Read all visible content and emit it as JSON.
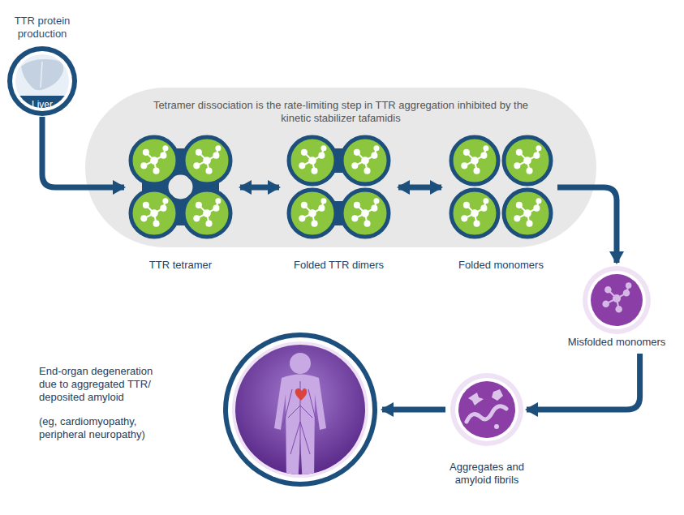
{
  "diagram": {
    "nodes": [
      {
        "text": [
          "TTR protein production",
          "Liver"
        ]
      },
      {
        "text": [
          "Tetramer dissociation is the rate-limiting step in TTR aggregation inhibited by the kinetic stabilizer tafamidis"
        ]
      },
      {
        "text": [
          "TTR tetramer"
        ],
        "in": 1
      },
      {
        "text": [
          "Folded TTR dimers"
        ],
        "in": 1
      },
      {
        "text": [
          "Folded monomers"
        ],
        "in": 1
      },
      {
        "text": [
          "Misfolded monomers"
        ]
      },
      {
        "text": [
          "Aggregates and amyloid fibrils"
        ]
      },
      {
        "text": [
          "End-organ degeneration due to aggregated TTR/ deposited amyloid",
          "(eg, cardiomyopathy, peripheral neuropathy)"
        ]
      }
    ],
    "edges": [
      {
        "from": 0,
        "to": 2,
        "arrow": "to"
      },
      {
        "from": 2,
        "to": 3,
        "arrow": "both"
      },
      {
        "from": 3,
        "to": 4,
        "arrow": "both"
      },
      {
        "from": 4,
        "to": 5,
        "arrow": "to"
      },
      {
        "from": 5,
        "to": 6,
        "arrow": "to"
      },
      {
        "from": 6,
        "to": 7,
        "arrow": "to"
      }
    ]
  }
}
